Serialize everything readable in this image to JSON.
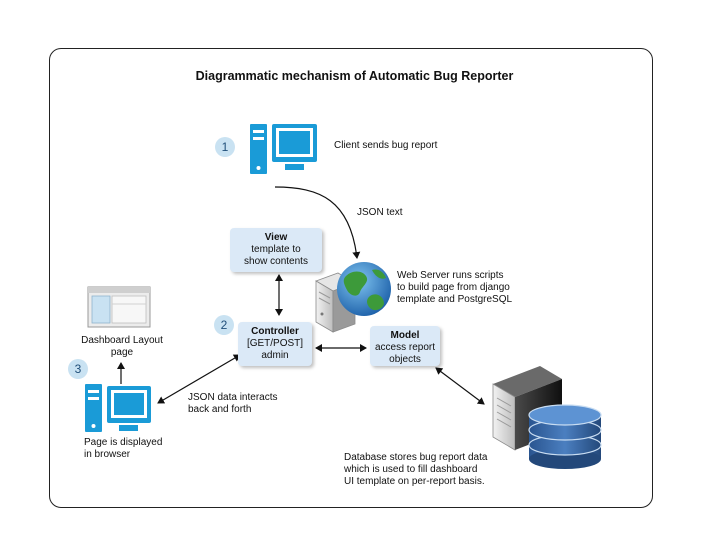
{
  "title": "Diagrammatic mechanism of Automatic Bug Reporter",
  "steps": {
    "one": "1",
    "two": "2",
    "three": "3"
  },
  "client": {
    "label": "Client sends bug report"
  },
  "json_text": "JSON text",
  "view": {
    "title": "View",
    "line1": "template to",
    "line2": "show contents"
  },
  "controller": {
    "title": "Controller",
    "line1": "[GET/POST]",
    "line2": "admin"
  },
  "model": {
    "title": "Model",
    "line1": "access report",
    "line2": "objects"
  },
  "web_server": {
    "line1": "Web Server runs scripts",
    "line2": "to build page from django",
    "line3": "template and PostgreSQL"
  },
  "dashboard": {
    "line1": "Dashboard Layout",
    "line2": "page"
  },
  "json_interacts": {
    "line1": "JSON data interacts",
    "line2": "back and forth"
  },
  "browser": {
    "line1": "Page is displayed",
    "line2": "in browser"
  },
  "database": {
    "line1": "Database stores bug report data",
    "line2": "which is used to fill dashboard",
    "line3": "UI template on per-report basis."
  },
  "colors": {
    "box_fill": "#dbe9f7",
    "badge_fill": "#c9e2f2",
    "monitor_blue": "#1a9bd7",
    "db_blue": "#2f5f9e"
  }
}
